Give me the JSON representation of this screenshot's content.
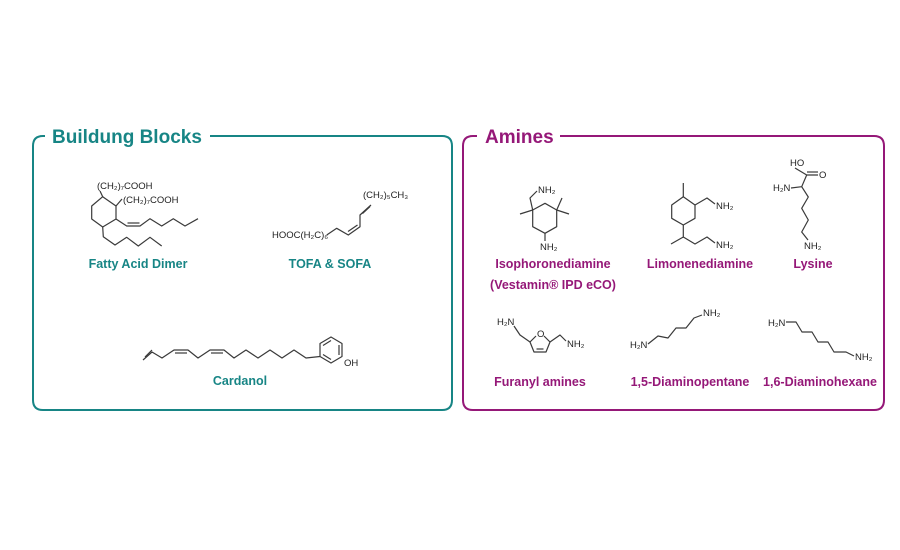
{
  "colors": {
    "building_blocks": "#178585",
    "amines": "#951878",
    "bonds": "#3a3a3a"
  },
  "building_blocks": {
    "title": "Buildung Blocks",
    "fatty_acid_dimer": {
      "label": "Fatty Acid Dimer",
      "group1": "(CH₂)₇COOH",
      "group2": "(CH₂)₇COOH"
    },
    "tofa_sofa": {
      "label": "TOFA & SOFA",
      "group_left": "HOOC(H₂C)₆",
      "group_right": "(CH₂)₅CH₃"
    },
    "cardanol": {
      "label": "Cardanol",
      "group_oh": "OH"
    }
  },
  "amines": {
    "title": "Amines",
    "isophoronediamine": {
      "label": "Isophoronediamine",
      "sublabel": "(Vestamin® IPD eCO)",
      "nh2_top": "NH₂",
      "nh2_bottom": "NH₂"
    },
    "limonenediamine": {
      "label": "Limonenediamine",
      "nh2_top": "NH₂",
      "nh2_bottom": "NH₂"
    },
    "lysine": {
      "label": "Lysine",
      "ho": "HO",
      "o": "O",
      "h2n": "H₂N",
      "nh2": "NH₂"
    },
    "furanyl_amines": {
      "label": "Furanyl amines",
      "h2n": "H₂N",
      "o": "O",
      "nh2": "NH₂"
    },
    "diaminopentane": {
      "label": "1,5-Diaminopentane",
      "h2n": "H₂N",
      "nh2": "NH₂"
    },
    "diaminohexane": {
      "label": "1,6-Diaminohexane",
      "h2n": "H₂N",
      "nh2": "NH₂"
    }
  }
}
